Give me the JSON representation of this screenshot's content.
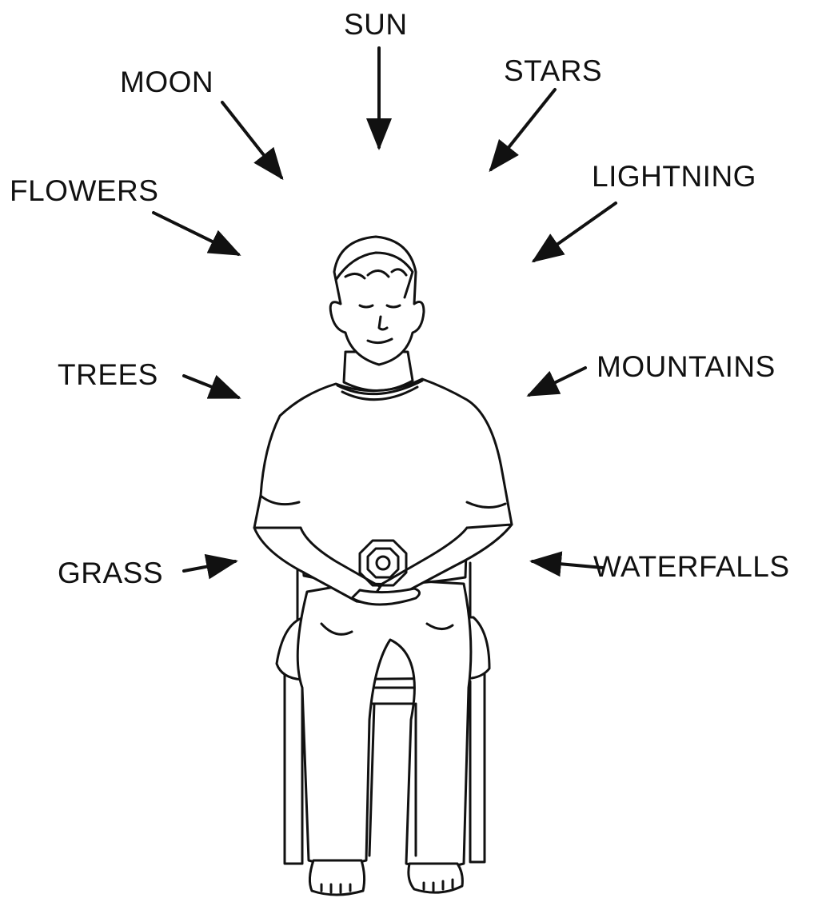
{
  "labels": {
    "sun": "SUN",
    "moon": "MOON",
    "stars": "STARS",
    "flowers": "FLOWERS",
    "lightning": "LIGHTNING",
    "trees": "TREES",
    "mountains": "MOUNTAINS",
    "grass": "GRASS",
    "waterfalls": "WATERFALLS"
  },
  "colors": {
    "ink": "#111111",
    "background": "#ffffff"
  }
}
